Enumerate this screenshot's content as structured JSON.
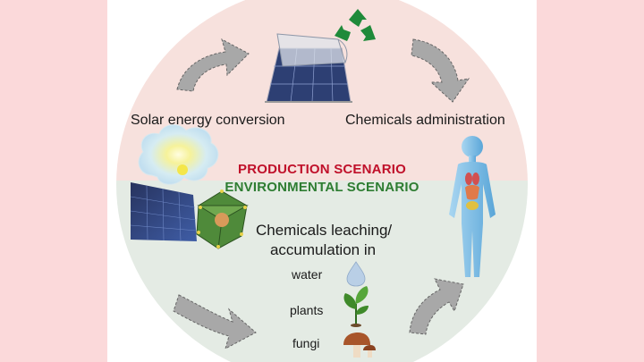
{
  "labels": {
    "solar": "Solar energy conversion",
    "chemicals_admin": "Chemicals administration",
    "production": "PRODUCTION SCENARIO",
    "environmental": "ENVIRONMENTAL SCENARIO",
    "leaching_line1": "Chemicals leaching/",
    "leaching_line2": "accumulation in",
    "water": "water",
    "plants": "plants",
    "fungi": "fungi"
  },
  "colors": {
    "page_background": "#fbd9da",
    "production_zone": "#f7e1dd",
    "environmental_zone": "#e4ebe4",
    "production_text": "#c0102a",
    "environmental_text": "#2e7d32",
    "arrow": "#a8a8a8",
    "recycle": "#1f8a3a",
    "human_figure": "#8fc9ec"
  },
  "icons": [
    "recycle-icon",
    "solar-panel-icon",
    "sun-cloud-icon",
    "perovskite-crystal-icon",
    "human-body-icon",
    "water-drop-icon",
    "plant-icon",
    "mushroom-icon"
  ]
}
